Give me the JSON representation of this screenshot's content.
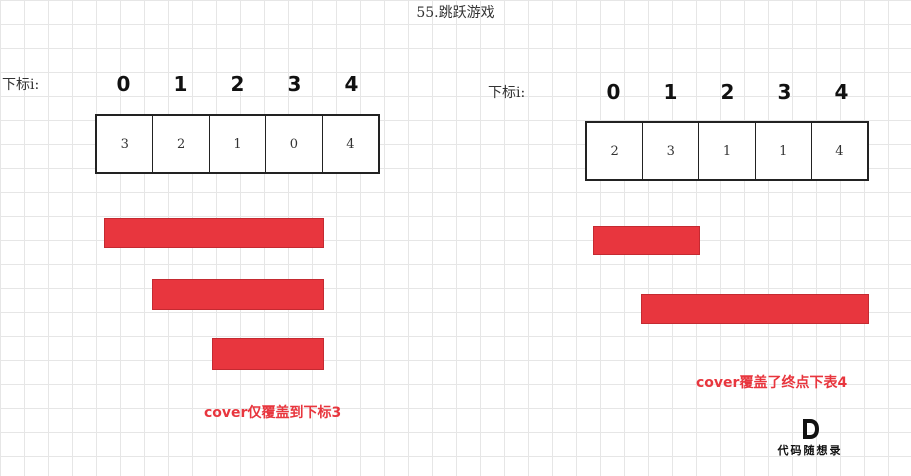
{
  "title": "55.跳跃游戏",
  "left": {
    "index_label": "下标i:",
    "indices": [
      "0",
      "1",
      "2",
      "3",
      "4"
    ],
    "values": [
      "3",
      "2",
      "1",
      "0",
      "4"
    ],
    "caption": "cover仅覆盖到下标3"
  },
  "right": {
    "index_label": "下标i:",
    "indices": [
      "0",
      "1",
      "2",
      "3",
      "4"
    ],
    "values": [
      "2",
      "3",
      "1",
      "1",
      "4"
    ],
    "caption": "cover覆盖了终点下表4"
  },
  "logo": {
    "text": "代码随想录"
  },
  "colors": {
    "bar": "#e8363e",
    "border": "#222222"
  }
}
